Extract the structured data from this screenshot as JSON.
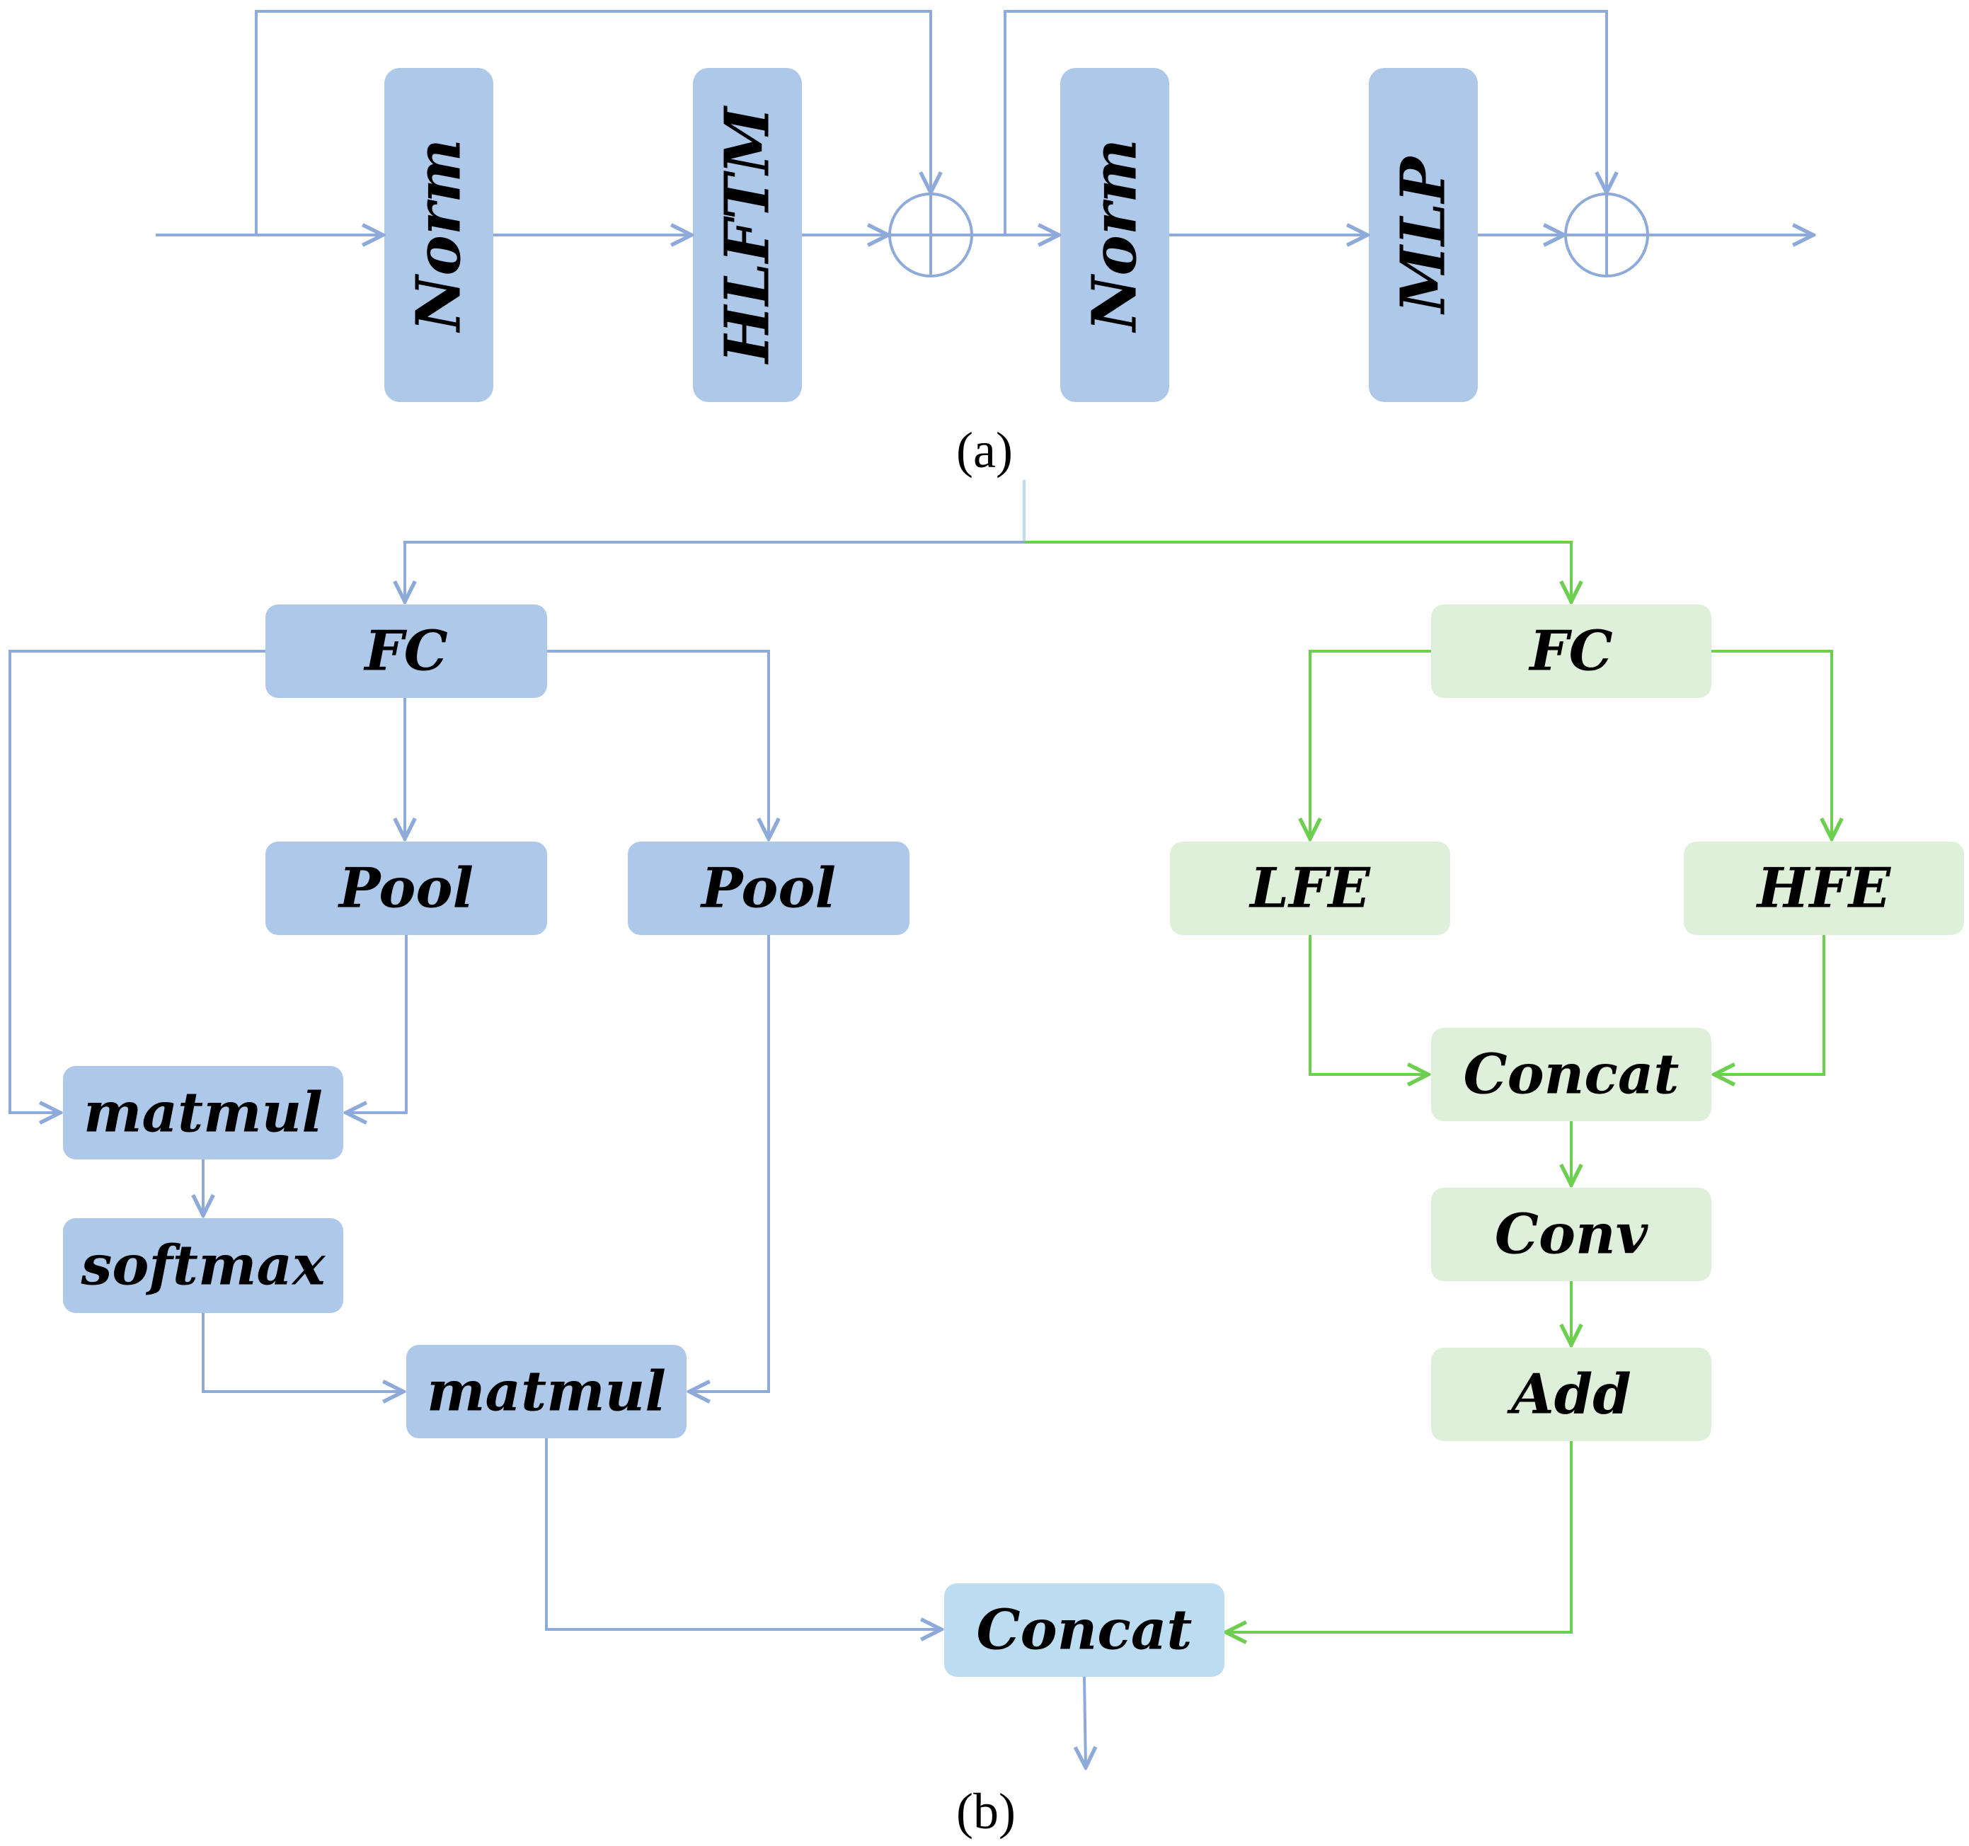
{
  "colors": {
    "blue_box": "#aec8e9",
    "blue_line": "#8eaadb",
    "green_box": "#dff0da",
    "green_line": "#6dcf4f",
    "concat_final": "#bcdcf2"
  },
  "panel_a": {
    "caption": "(a)",
    "blocks": {
      "norm1": "Norm",
      "hlftm": "HLFTM",
      "norm2": "Norm",
      "mlp": "MLP"
    },
    "adders": [
      "add-1",
      "add-2"
    ]
  },
  "panel_b": {
    "caption": "(b)",
    "left_branch": {
      "fc": "FC",
      "pool_left": "Pool",
      "pool_right": "Pool",
      "matmul_top": "matmul",
      "softmax": "softmax",
      "matmul_bottom": "matmul"
    },
    "right_branch": {
      "fc": "FC",
      "lfe": "LFE",
      "hfe": "HFE",
      "concat": "Concat",
      "conv": "Conv",
      "add": "Add"
    },
    "final_concat": "Concat"
  }
}
